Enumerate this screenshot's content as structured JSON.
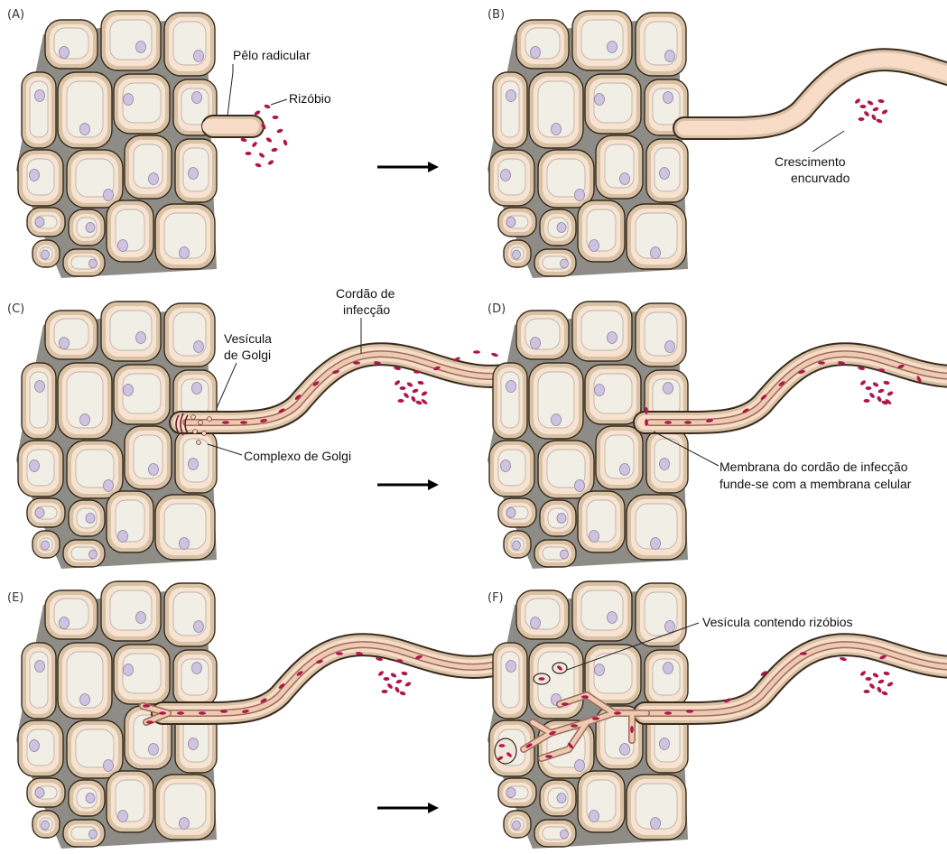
{
  "panels": [
    {
      "letter": "(A)"
    },
    {
      "letter": "(B)"
    },
    {
      "letter": "(C)"
    },
    {
      "letter": "(D)"
    },
    {
      "letter": "(E)"
    },
    {
      "letter": "(F)"
    }
  ],
  "labels": {
    "root_hair": "Pêlo radicular",
    "rhizobium": "Rizóbio",
    "curled_growth_1": "Crescimento",
    "curled_growth_2": "encurvado",
    "infection_thread_1": "Cordão de",
    "infection_thread_2": "infecção",
    "golgi_vesicle_1": "Vesícula",
    "golgi_vesicle_2": "de Golgi",
    "golgi_complex": "Complexo de Golgi",
    "membrane_fusion_1": "Membrana do cordão de infecção",
    "membrane_fusion_2": "funde-se com a membrana celular",
    "vesicle_rhizobia": "Vesícula contendo rizóbios"
  },
  "colors": {
    "cell_wall": "#d8c2a6",
    "cytoplasm": "#f8e3d2",
    "vacuole": "#f1eee6",
    "nucleus": "#cfc3e0",
    "rhizobium": "#b0164a",
    "outline": "#3a2a1c"
  }
}
